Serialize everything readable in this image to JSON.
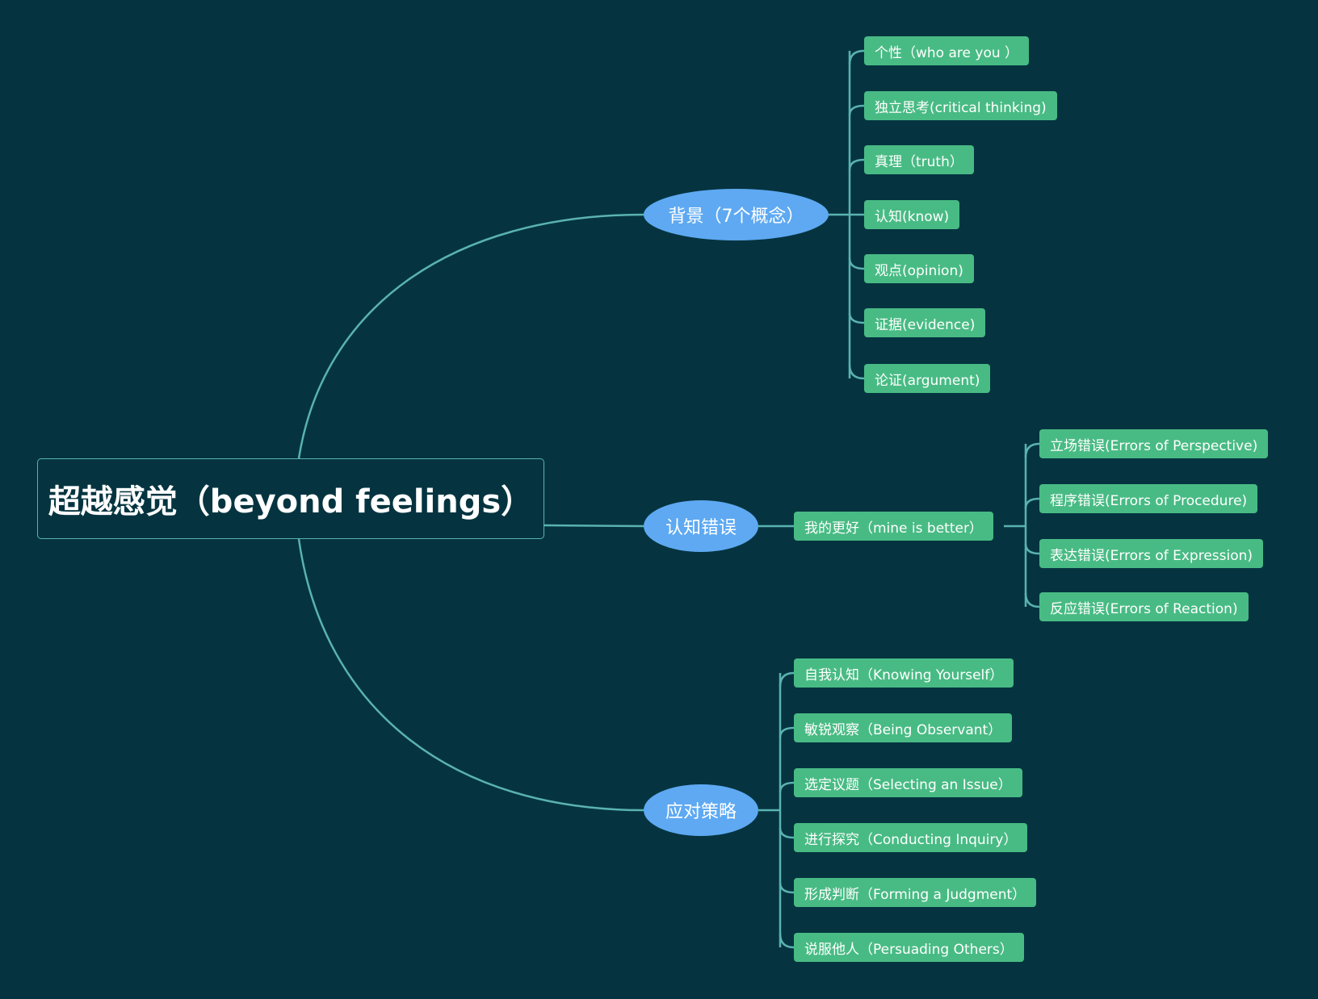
{
  "colors": {
    "background": "#053440",
    "link": "#5ab3b0",
    "branch_fill": "#5ea9f2",
    "leaf_fill": "#48bb84",
    "text": "#ffffff"
  },
  "root": {
    "label": "超越感觉（beyond feelings）"
  },
  "branches": [
    {
      "label": "背景（7个概念）",
      "children": [
        {
          "label": "个性（who are you  ）"
        },
        {
          "label": "独立思考(critical thinking)"
        },
        {
          "label": "真理（truth）"
        },
        {
          "label": "认知(know)"
        },
        {
          "label": "观点(opinion)"
        },
        {
          "label": "证据(evidence)"
        },
        {
          "label": "论证(argument)"
        }
      ]
    },
    {
      "label": "认知错误",
      "children": [
        {
          "label": "我的更好（mine is better）",
          "children": [
            {
              "label": "立场错误(Errors of Perspective)"
            },
            {
              "label": "程序错误(Errors of Procedure)"
            },
            {
              "label": "表达错误(Errors of Expression)"
            },
            {
              "label": "反应错误(Errors of Reaction)"
            }
          ]
        }
      ]
    },
    {
      "label": "应对策略",
      "children": [
        {
          "label": "自我认知（Knowing Yourself）"
        },
        {
          "label": "敏锐观察（Being Observant）"
        },
        {
          "label": "选定议题（Selecting an Issue）"
        },
        {
          "label": "进行探究（Conducting Inquiry）"
        },
        {
          "label": "形成判断（Forming a Judgment）"
        },
        {
          "label": "说服他人（Persuading Others）"
        }
      ]
    }
  ]
}
